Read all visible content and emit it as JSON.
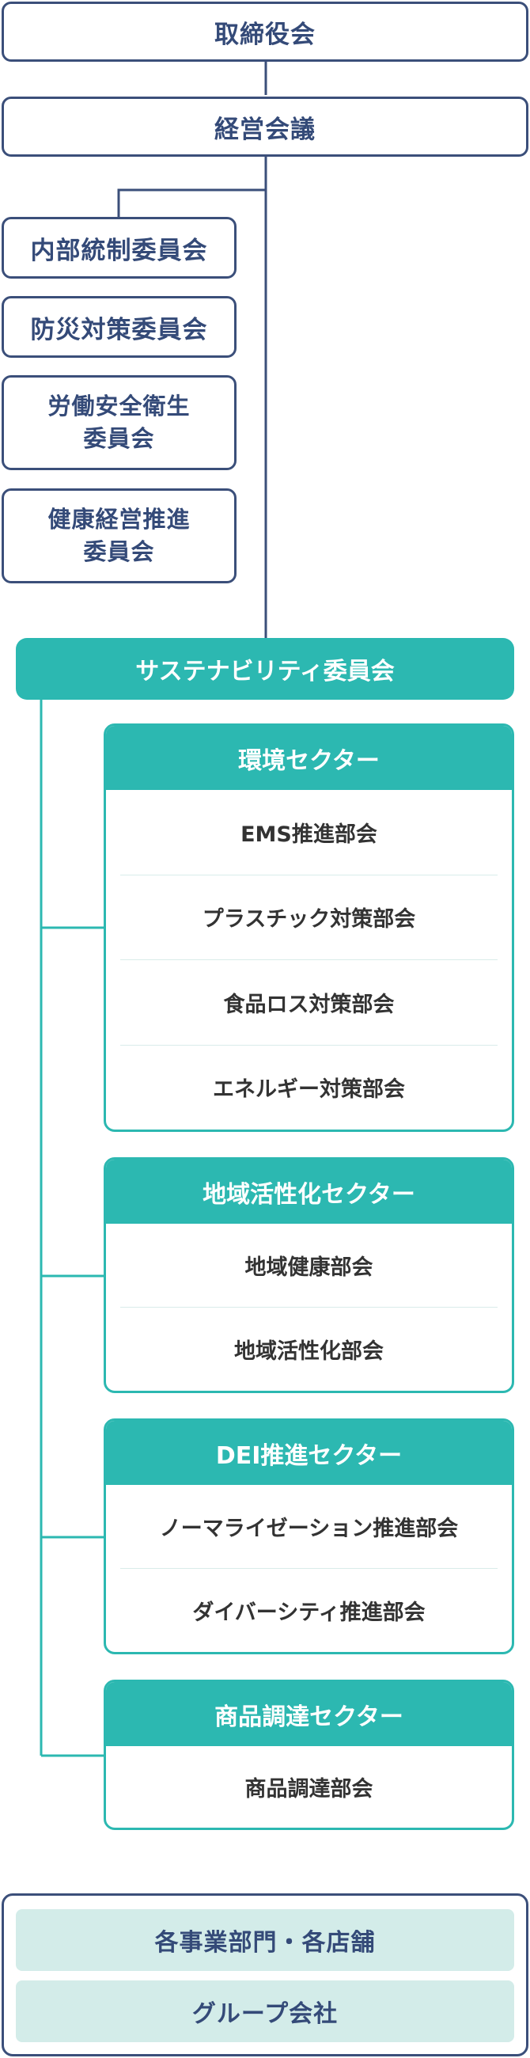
{
  "top": {
    "board": "取締役会",
    "management": "経営会議"
  },
  "committees": [
    "内部統制委員会",
    "防災対策委員会",
    "労働安全衛生\n委員会",
    "健康経営推進\n委員会"
  ],
  "sustainability_committee": "サステナビリティ委員会",
  "sectors": [
    {
      "title": "環境セクター",
      "items": [
        "EMS推進部会",
        "プラスチック対策部会",
        "食品ロス対策部会",
        "エネルギー対策部会"
      ]
    },
    {
      "title": "地域活性化セクター",
      "items": [
        "地域健康部会",
        "地域活性化部会"
      ]
    },
    {
      "title": "DEI推進セクター",
      "items": [
        "ノーマライゼーション推進部会",
        "ダイバーシティ推進部会"
      ]
    },
    {
      "title": "商品調達セクター",
      "items": [
        "商品調達部会"
      ]
    }
  ],
  "scope": {
    "departments": "各事業部門・各店舗",
    "group": "グループ会社"
  },
  "colors": {
    "navy": "#3b4f7a",
    "teal": "#2cb8b1",
    "light_teal": "#d3ece9"
  }
}
